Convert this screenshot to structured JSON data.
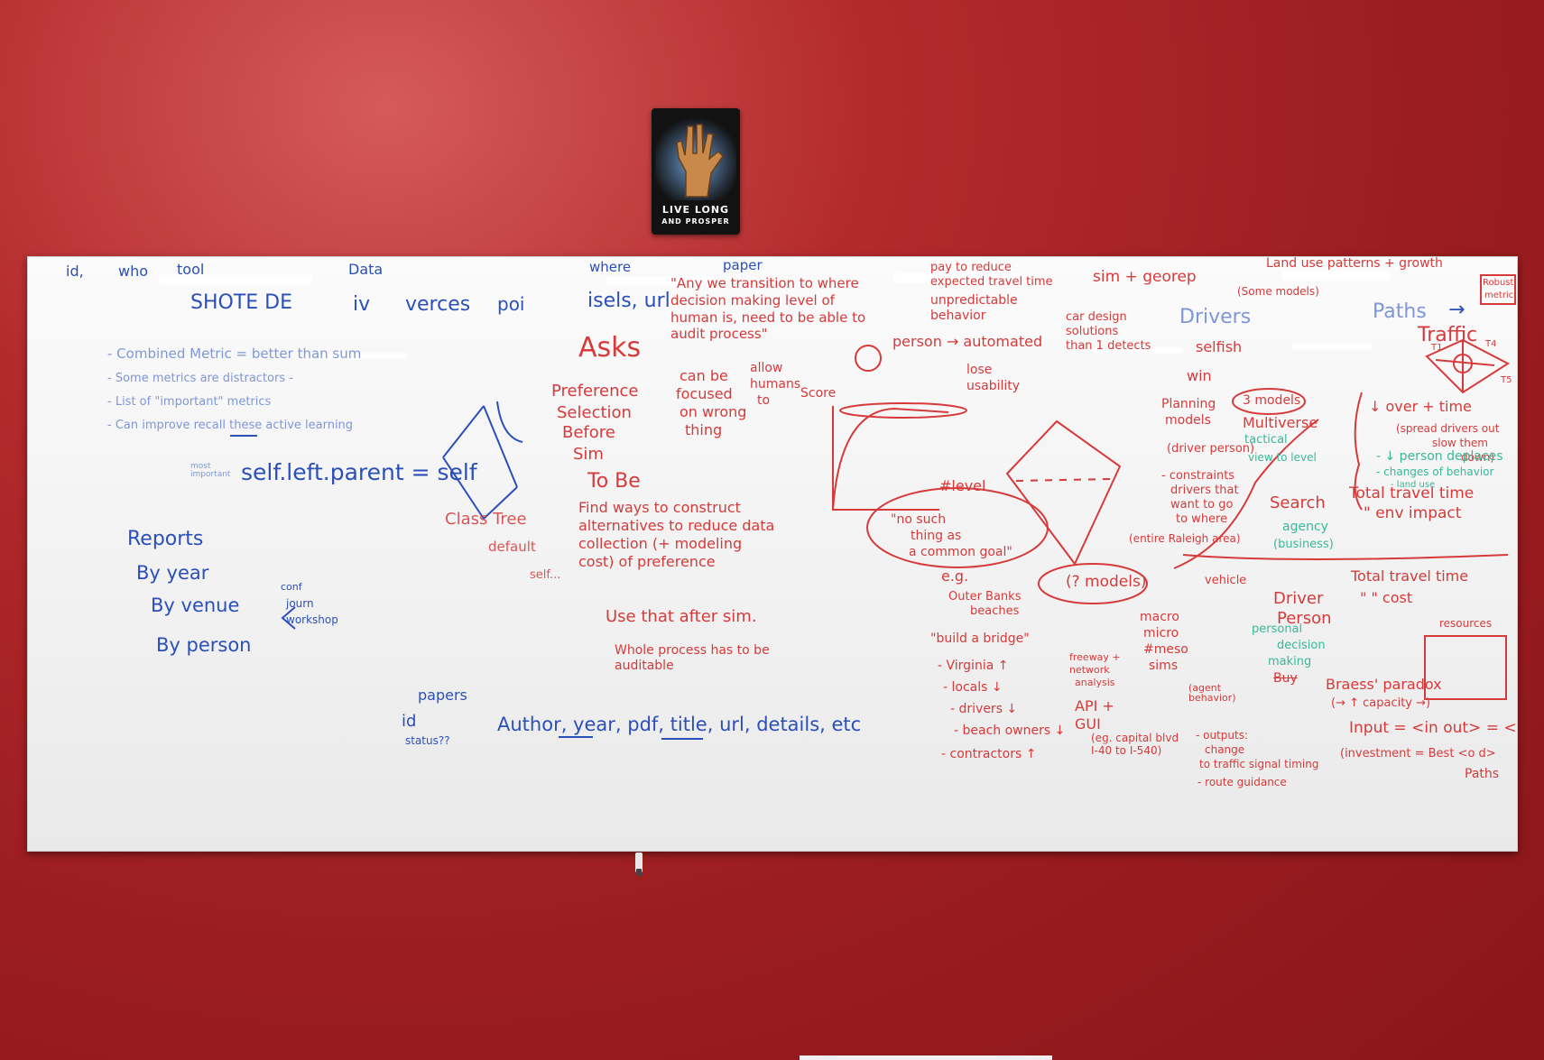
{
  "poster": {
    "line1": "LIVE LONG",
    "line2": "AND PROSPER"
  },
  "whiteboard": {
    "blue": {
      "row1": [
        "id,",
        "who",
        "tool",
        "Data",
        "where",
        "paper"
      ],
      "row2": [
        "SHOTE DE",
        "iv",
        "verces",
        "poi",
        "isels, url"
      ],
      "notes": [
        "- Combined Metric = better than sum",
        "- Some metrics are distractors -",
        "- List of \"important\" metrics",
        "- Can improve recall these active learning"
      ],
      "small_label": "most important",
      "code": "self.left.parent = self",
      "reports": [
        "Reports",
        "By year",
        "By venue",
        "By person"
      ],
      "venue_types": [
        "conf",
        "journ",
        "workshop"
      ],
      "papers_label": "papers",
      "id_label": "id",
      "status_label": "status??",
      "fields": "Author, year, pdf, title, url, details, etc"
    },
    "red": {
      "quote": "\"Any we transition to where decision making level of human is, need to be able to audit process\"",
      "asks": "Asks",
      "preference": [
        "Preference",
        "Selection",
        "Before",
        "Sim"
      ],
      "can_be": [
        "can be",
        "focused",
        "on wrong",
        "thing"
      ],
      "allow": [
        "allow",
        "humans",
        "to"
      ],
      "score": "Score",
      "level": "#level",
      "to_be": "To Be",
      "to_be_items": [
        "Find ways to construct alternatives to reduce data collection (+ modeling cost) of preference",
        "Use that after sim.",
        "Whole process has to be auditable"
      ],
      "class_tree": "Class Tree",
      "default": "default",
      "self": "self...",
      "right_top": [
        "pay to reduce expected travel time",
        "unpredictable behavior"
      ],
      "sim_georep": "sim + georep",
      "person_automated": "person → automated",
      "lose_usability": [
        "lose",
        "usability"
      ],
      "car_design": [
        "car design",
        "solutions",
        "than 1 detects"
      ],
      "selfish": "selfish",
      "win": "win",
      "no_such_thing": [
        "\"no such",
        "thing as",
        "a common goal\""
      ],
      "eg": "e.g.",
      "outer_banks": [
        "Outer Banks",
        "beaches"
      ],
      "build_bridge": "\"build a bridge\"",
      "impacts": [
        "- Virginia ↑",
        "- locals ↓",
        "- drivers ↓",
        "- beach owners ↓",
        "- contractors ↑"
      ],
      "planning_models": [
        "Planning",
        "models"
      ],
      "models_count": "3 models",
      "multiverse": "Multiverse",
      "driver_person": [
        "(driver person)",
        "- constraints",
        "drivers that",
        "want to go",
        "to where",
        "(entire Raleigh area)"
      ],
      "search": [
        "Search"
      ],
      "n_models": "(? models)",
      "macro_micro": [
        "macro",
        "micro",
        "#meso",
        "sims"
      ],
      "driver_person2": [
        "Driver",
        "Person"
      ],
      "vehicle": "vehicle",
      "freeway": [
        "freeway +",
        "network",
        "analysis"
      ],
      "api_gui": [
        "API +",
        "GUI"
      ],
      "capital": "(eg. capital blvd I-40 to I-540)",
      "agent_behavior": "(agent behavior)",
      "outputs": [
        "- outputs:",
        "change",
        "to traffic signal timing",
        "- route guidance"
      ],
      "land_use": "Land use patterns + growth",
      "some_models": "(Some models)",
      "drivers_paths": [
        "Drivers",
        "Paths",
        "→"
      ],
      "traffic": "Traffic",
      "robust_metric": [
        "Robust",
        "metric"
      ],
      "nodes": [
        "T1",
        "T4",
        "T5"
      ],
      "over_time": "↓ over + time",
      "speed_drivers": [
        "(spread drivers out",
        "slow them",
        "down)"
      ],
      "total_travel": [
        "Total travel time",
        "\" env impact"
      ],
      "total_travel2": [
        "Total travel time",
        "\" \" cost"
      ],
      "resources": "resources",
      "braess": "Braess' paradox",
      "capacity": "(→ ↑ capacity →)",
      "input": "Input = <in out> = <o d>",
      "investment": "(investment = Best <o d>",
      "paths": "Paths",
      "buy": "Buy"
    },
    "teal": {
      "lines": [
        "- ↓ person deplaces",
        "- changes of behavior",
        "- land use"
      ],
      "tactical": [
        "tactical",
        "view to level"
      ],
      "personal": [
        "personal",
        "decision",
        "making"
      ],
      "agency": [
        "agency",
        "(business)"
      ]
    }
  }
}
